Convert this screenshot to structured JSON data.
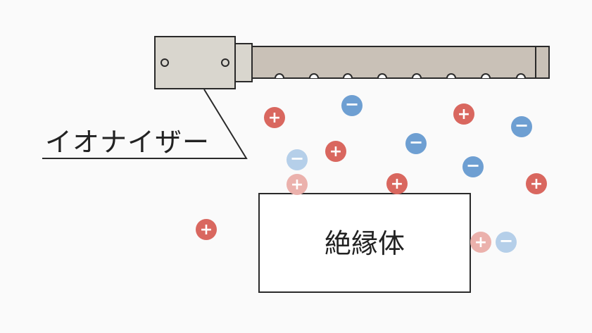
{
  "diagram": {
    "device_label": "イオナイザー",
    "object_label": "絶縁体",
    "colors": {
      "background": "#fafafa",
      "outline": "#2a2a2a",
      "device_head": "#d9d6ce",
      "device_bar": "#c9c1b7",
      "positive_ion": "#d9675f",
      "negative_ion": "#6e9fd2",
      "faded_positive_ion": "#ebb1ac",
      "faded_negative_ion": "#b5cfe9",
      "ion_symbol": "#ffffff"
    },
    "ion_symbols": {
      "positive": "+",
      "negative": "−"
    },
    "ions": [
      {
        "id": "p1",
        "charge": "positive",
        "faded": false
      },
      {
        "id": "p2",
        "charge": "positive",
        "faded": false
      },
      {
        "id": "p3",
        "charge": "positive",
        "faded": false
      },
      {
        "id": "p4",
        "charge": "positive",
        "faded": false
      },
      {
        "id": "p5",
        "charge": "positive",
        "faded": false
      },
      {
        "id": "p6",
        "charge": "positive",
        "faded": false
      },
      {
        "id": "p7",
        "charge": "positive",
        "faded": true
      },
      {
        "id": "p8",
        "charge": "positive",
        "faded": true
      },
      {
        "id": "n1",
        "charge": "negative",
        "faded": false
      },
      {
        "id": "n2",
        "charge": "negative",
        "faded": false
      },
      {
        "id": "n3",
        "charge": "negative",
        "faded": false
      },
      {
        "id": "n4",
        "charge": "negative",
        "faded": false
      },
      {
        "id": "n5",
        "charge": "negative",
        "faded": true
      },
      {
        "id": "n6",
        "charge": "negative",
        "faded": true
      }
    ]
  }
}
